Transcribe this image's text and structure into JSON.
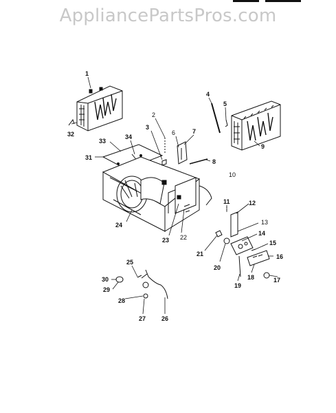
{
  "watermark": "AppliancePartsPros.com",
  "callouts": [
    {
      "id": "c1",
      "text": "1"
    },
    {
      "id": "c2",
      "text": "2"
    },
    {
      "id": "c3",
      "text": "3"
    },
    {
      "id": "c4",
      "text": "4"
    },
    {
      "id": "c5",
      "text": "5"
    },
    {
      "id": "c6",
      "text": "6"
    },
    {
      "id": "c7",
      "text": "7"
    },
    {
      "id": "c8",
      "text": "8"
    },
    {
      "id": "c9",
      "text": "9"
    },
    {
      "id": "c10",
      "text": "10"
    },
    {
      "id": "c11",
      "text": "11"
    },
    {
      "id": "c12",
      "text": "12"
    },
    {
      "id": "c13",
      "text": "13"
    },
    {
      "id": "c14",
      "text": "14"
    },
    {
      "id": "c15",
      "text": "15"
    },
    {
      "id": "c16",
      "text": "16"
    },
    {
      "id": "c17",
      "text": "17"
    },
    {
      "id": "c18",
      "text": "18"
    },
    {
      "id": "c19",
      "text": "19"
    },
    {
      "id": "c20",
      "text": "20"
    },
    {
      "id": "c21",
      "text": "21"
    },
    {
      "id": "c22",
      "text": "22"
    },
    {
      "id": "c23",
      "text": "23"
    },
    {
      "id": "c24",
      "text": "24"
    },
    {
      "id": "c25",
      "text": "25"
    },
    {
      "id": "c26",
      "text": "26"
    },
    {
      "id": "c27",
      "text": "27"
    },
    {
      "id": "c28",
      "text": "28"
    },
    {
      "id": "c29",
      "text": "29"
    },
    {
      "id": "c30",
      "text": "30"
    },
    {
      "id": "c31",
      "text": "31"
    },
    {
      "id": "c32",
      "text": "32"
    },
    {
      "id": "c33",
      "text": "33"
    },
    {
      "id": "c34",
      "text": "34"
    }
  ]
}
